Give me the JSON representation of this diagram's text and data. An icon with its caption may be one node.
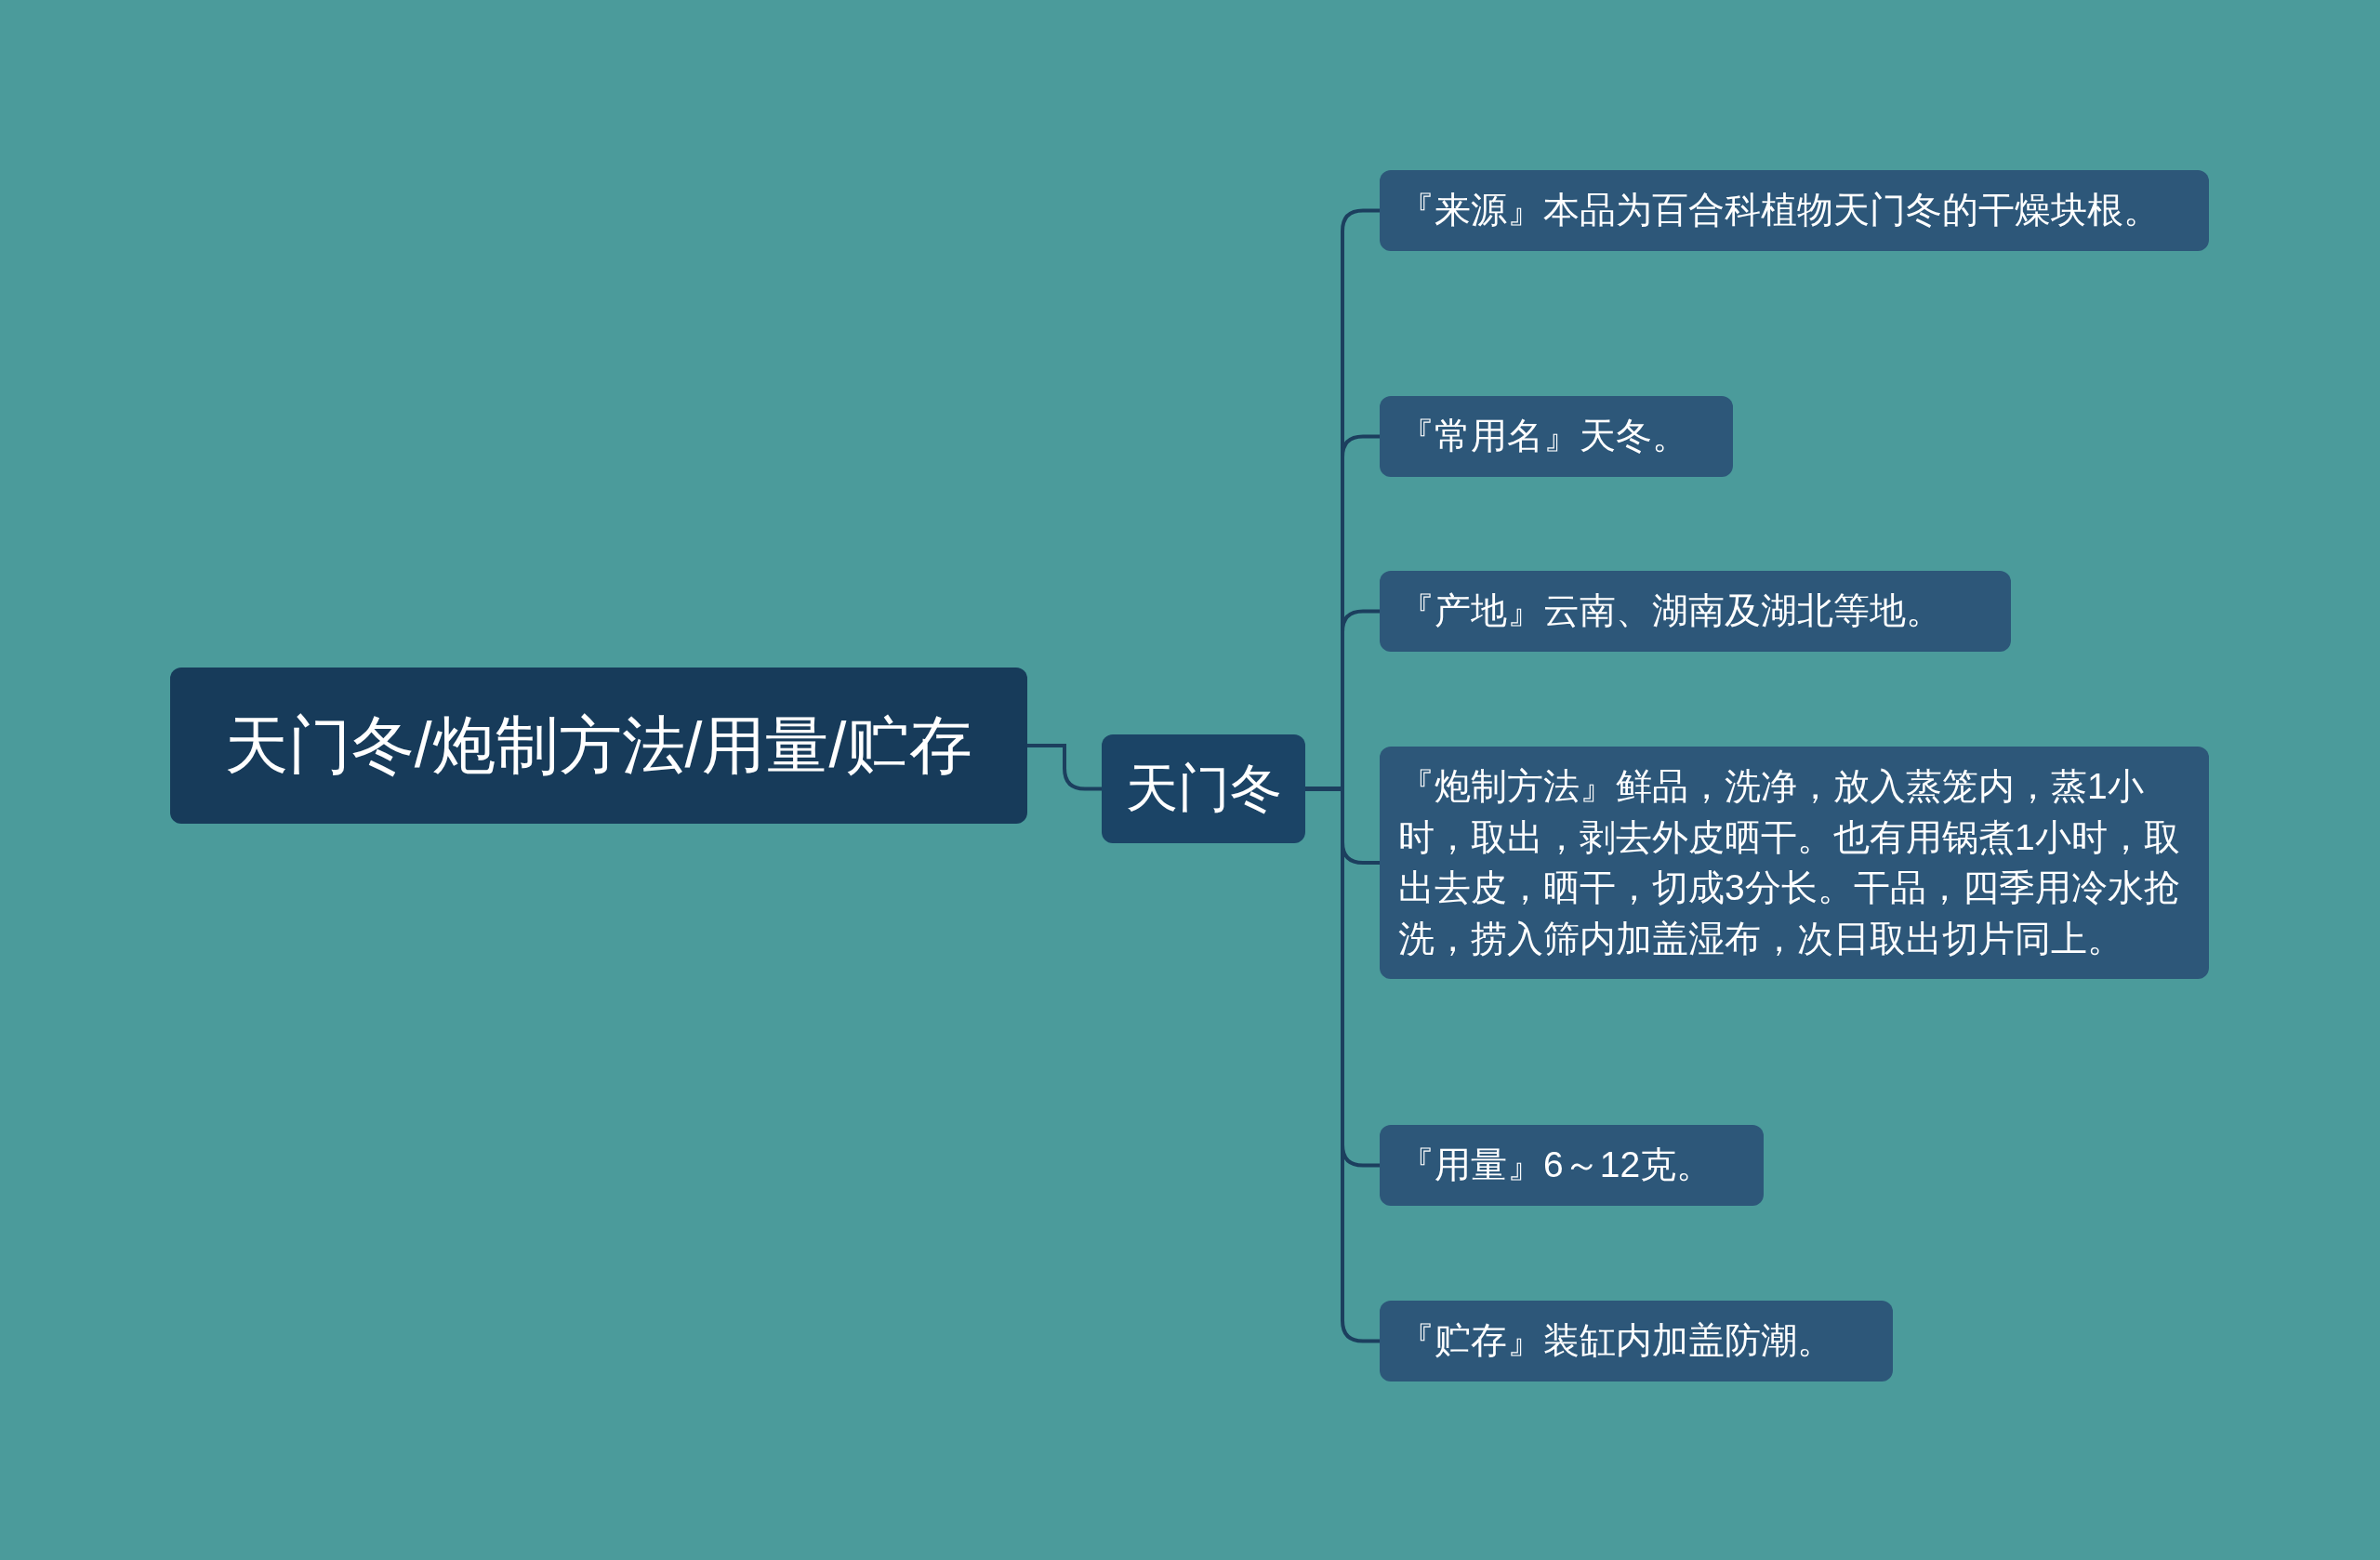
{
  "diagram": {
    "nodes": [
      {
        "text": [
          "天门冬/炮制方法/用量/贮存"
        ]
      },
      {
        "text": [
          "天门冬"
        ]
      },
      {
        "text": [
          "『来源』本品为百合科植物天门冬的干燥块根。"
        ]
      },
      {
        "text": [
          "『常用名』天冬。"
        ]
      },
      {
        "text": [
          "『产地』云南、湖南及湖北等地。"
        ]
      },
      {
        "text": [
          "『炮制方法』鲜品，洗净，放入蒸笼内，蒸1小时，取出，剥去外皮晒干。也有用锅煮1小时，取出去皮，晒干，切成3分长。干品，四季用冷水抢洗，捞入筛内加盖湿布，次日取出切片同上。"
        ]
      },
      {
        "text": [
          "『用量』6～12克。"
        ]
      },
      {
        "text": [
          "『贮存』装缸内加盖防潮。"
        ]
      }
    ],
    "edges": [
      {
        "from": 0,
        "to": 1,
        "arrow": "none"
      },
      {
        "from": 1,
        "to": 2,
        "arrow": "none"
      },
      {
        "from": 1,
        "to": 3,
        "arrow": "none"
      },
      {
        "from": 1,
        "to": 4,
        "arrow": "none"
      },
      {
        "from": 1,
        "to": 5,
        "arrow": "none"
      },
      {
        "from": 1,
        "to": 6,
        "arrow": "none"
      },
      {
        "from": 1,
        "to": 7,
        "arrow": "none"
      }
    ]
  }
}
